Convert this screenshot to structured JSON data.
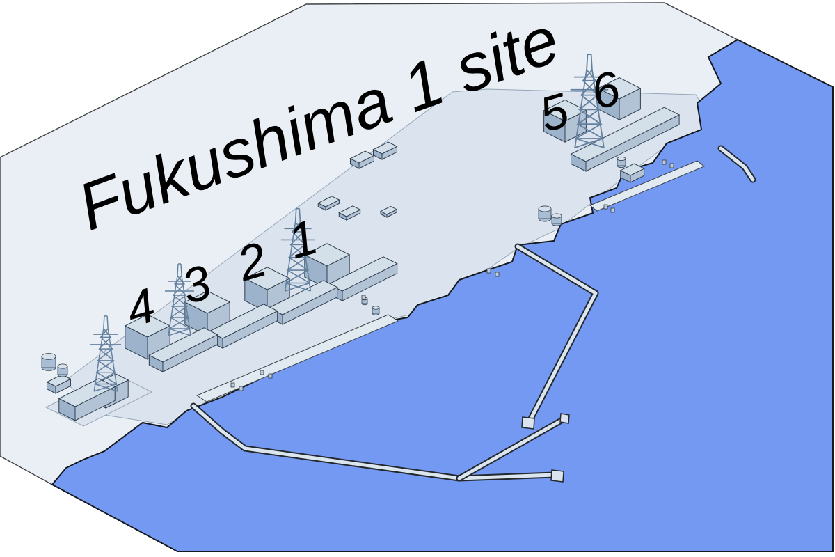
{
  "title": "Fukushima 1 site",
  "unit_labels": {
    "u1": "1",
    "u2": "2",
    "u3": "3",
    "u4": "4",
    "u5": "5",
    "u6": "6"
  },
  "colors": {
    "sea": "#7499f2",
    "land": "#e9eff4",
    "platform": "#dbe4ee",
    "outline": "#23282e",
    "building_top": "#d3dfe9",
    "building_left": "#9cb3cb",
    "building_right": "#b3c3d6",
    "tower": "#64809f"
  }
}
